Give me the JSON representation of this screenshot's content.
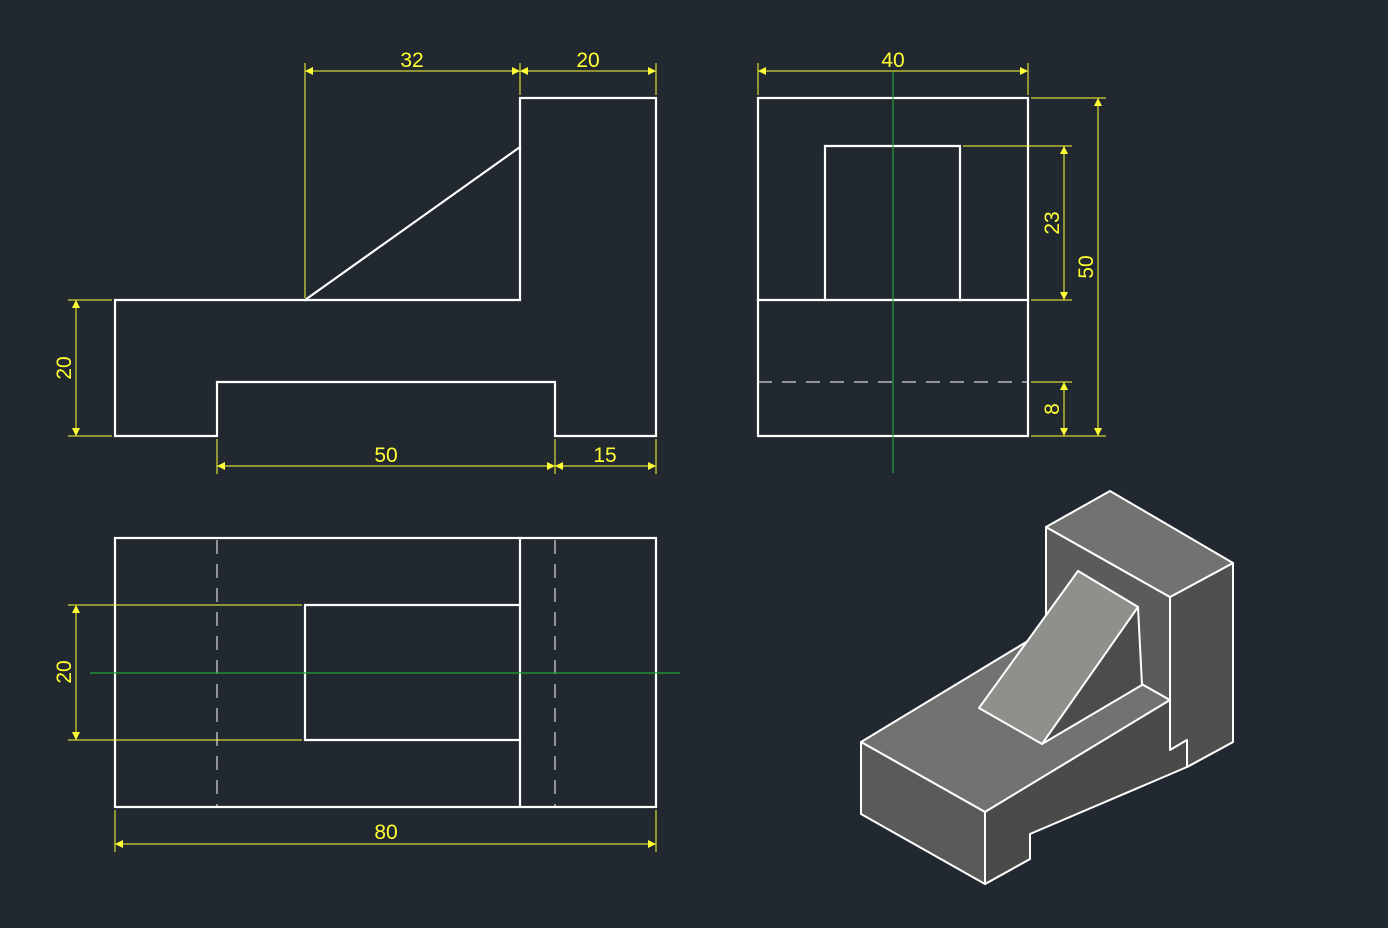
{
  "colors": {
    "background": "#212830",
    "object_line": "#ffffff",
    "dimension": "#ffff33",
    "center_line": "#1fa336",
    "iso_top": "#717370",
    "iso_front": "#5a5a59",
    "iso_right": "#4d4d4c",
    "iso_slope": "#8e908c"
  },
  "front_view": {
    "dim_top_left": "32",
    "dim_top_right": "20",
    "dim_left_height": "20",
    "dim_bottom_middle": "50",
    "dim_bottom_right": "15"
  },
  "side_view": {
    "dim_width": "40",
    "dim_upper_height": "23",
    "dim_total_height": "50",
    "dim_lower_height": "8"
  },
  "top_view": {
    "dim_slot_width": "20",
    "dim_total_length": "80"
  }
}
